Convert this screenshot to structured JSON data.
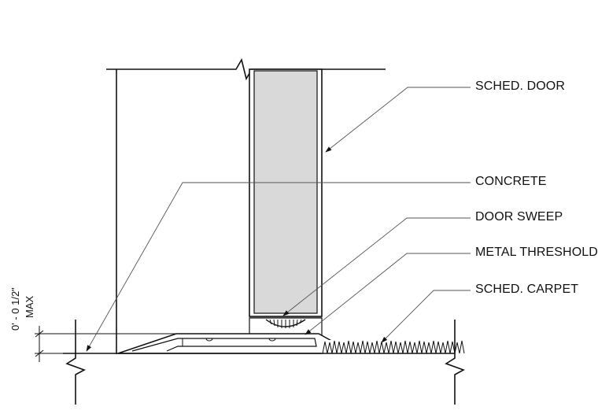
{
  "labels": {
    "sched_door": "SCHED. DOOR",
    "concrete": "CONCRETE",
    "door_sweep": "DOOR SWEEP",
    "metal_threshold": "METAL THRESHOLD",
    "sched_carpet": "SCHED. CARPET"
  },
  "dimension": {
    "value": "0' - 0 1/2\"",
    "qualifier": "MAX"
  },
  "colors": {
    "line": "#111111",
    "door_fill": "#d9d9d9",
    "leader": "#555555"
  }
}
